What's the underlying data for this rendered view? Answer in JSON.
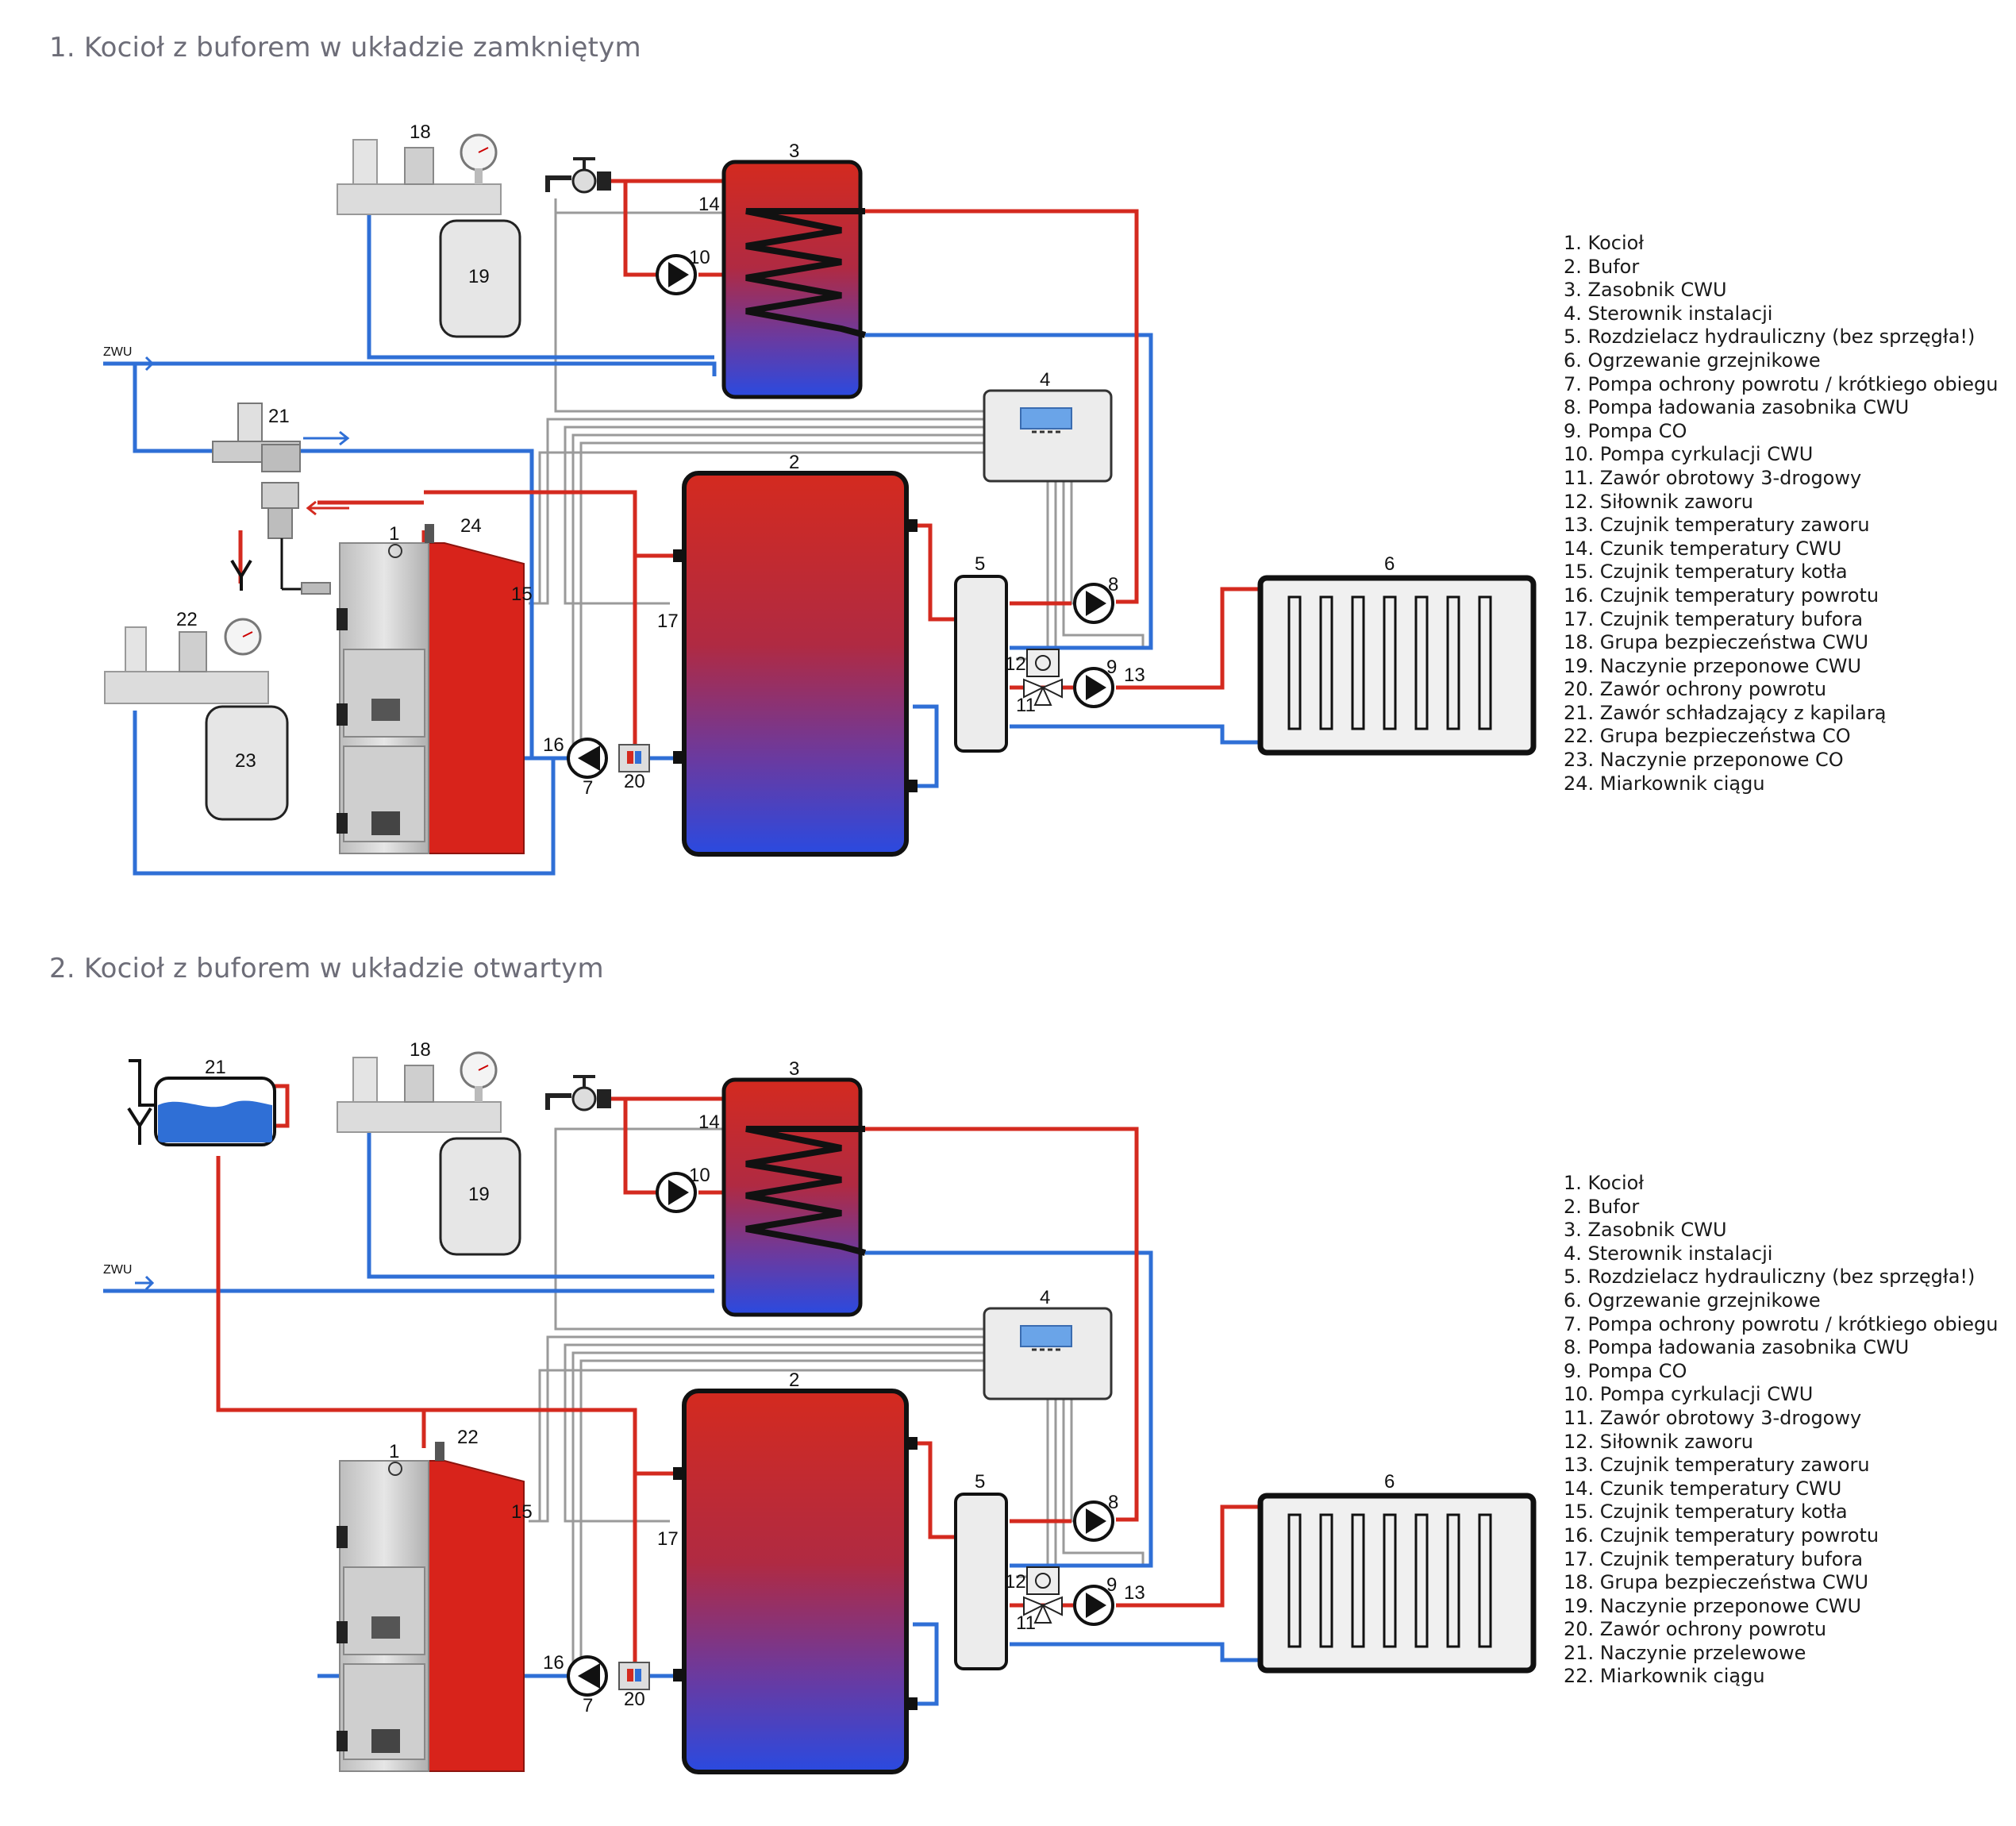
{
  "sections": [
    {
      "title": "1. Kocioł z buforem w układzie zamkniętym",
      "legend": [
        "1. Kocioł",
        "2. Bufor",
        "3. Zasobnik CWU",
        "4. Sterownik instalacji",
        "5. Rozdzielacz hydrauliczny (bez sprzęgła!)",
        "6. Ogrzewanie grzejnikowe",
        "7. Pompa ochrony powrotu / krótkiego obiegu",
        "8. Pompa ładowania zasobnika CWU",
        "9. Pompa CO",
        "10. Pompa cyrkulacji CWU",
        "11. Zawór obrotowy 3-drogowy",
        "12. Siłownik zaworu",
        "13. Czujnik temperatury zaworu",
        "14. Czunik temperatury CWU",
        "15. Czujnik temperatury kotła",
        "16. Czujnik temperatury powrotu",
        "17. Czujnik temperatury bufora",
        "18. Grupa bezpieczeństwa CWU",
        "19. Naczynie przeponowe CWU",
        "20. Zawór ochrony powrotu",
        "21. Zawór schładzający z kapilarą",
        "22. Grupa bezpieczeństwa CO",
        "23. Naczynie przeponowe CO",
        "24. Miarkownik ciągu"
      ],
      "labels": {
        "zwu": "ZWU",
        "n1": "1",
        "n2": "2",
        "n3": "3",
        "n4": "4",
        "n5": "5",
        "n6": "6",
        "n7": "7",
        "n8": "8",
        "n9": "9",
        "n10": "10",
        "n11": "11",
        "n12": "12",
        "n13": "13",
        "n14": "14",
        "n15": "15",
        "n16": "16",
        "n17": "17",
        "n18": "18",
        "n19": "19",
        "n20": "20",
        "n21": "21",
        "n22": "22",
        "n23": "23",
        "n24": "24"
      }
    },
    {
      "title": "2. Kocioł z buforem w układzie otwartym",
      "legend": [
        "1. Kocioł",
        "2. Bufor",
        "3. Zasobnik CWU",
        "4. Sterownik instalacji",
        "5. Rozdzielacz hydrauliczny (bez sprzęgła!)",
        "6. Ogrzewanie grzejnikowe",
        "7. Pompa ochrony powrotu / krótkiego obiegu",
        "8. Pompa ładowania zasobnika CWU",
        "9. Pompa CO",
        "10. Pompa cyrkulacji CWU",
        "11. Zawór obrotowy 3-drogowy",
        "12. Siłownik zaworu",
        "13. Czujnik temperatury zaworu",
        "14. Czunik temperatury CWU",
        "15. Czujnik temperatury kotła",
        "16. Czujnik temperatury powrotu",
        "17. Czujnik temperatury bufora",
        "18. Grupa bezpieczeństwa CWU",
        "19. Naczynie przeponowe CWU",
        "20. Zawór ochrony powrotu",
        "21. Naczynie przelewowe",
        "22. Miarkownik ciągu"
      ],
      "labels": {
        "zwu": "ZWU",
        "n1": "1",
        "n2": "2",
        "n3": "3",
        "n4": "4",
        "n5": "5",
        "n6": "6",
        "n7": "7",
        "n8": "8",
        "n9": "9",
        "n10": "10",
        "n11": "11",
        "n12": "12",
        "n13": "13",
        "n14": "14",
        "n15": "15",
        "n16": "16",
        "n17": "17",
        "n18": "18",
        "n19": "19",
        "n20": "20",
        "n21": "21",
        "n22": "22"
      }
    }
  ],
  "colors": {
    "hot_pipe": "#d42a1f",
    "cold_pipe": "#2f6fd6",
    "signal_wire": "#9a9a9a",
    "boiler_red": "#d8231b",
    "outline": "#111111"
  }
}
